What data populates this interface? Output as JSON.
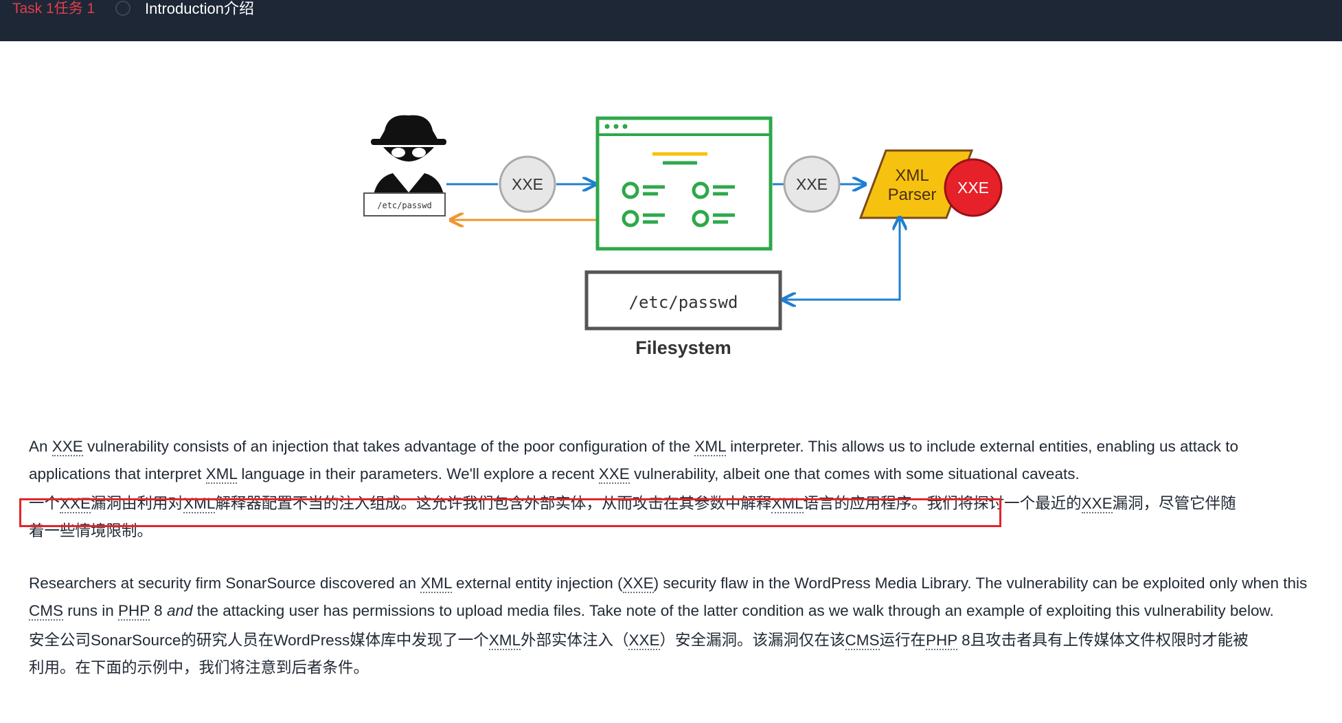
{
  "header": {
    "task_label": "Task 1任务 1",
    "task_title": "Introduction介绍"
  },
  "diagram": {
    "attacker_file": "/etc/passwd",
    "xxe_bubble_1": "XXE",
    "xxe_bubble_2": "XXE",
    "parser_line1": "XML",
    "parser_line2": "Parser",
    "parser_badge": "XXE",
    "fs_file": "/etc/passwd",
    "fs_label": "Filesystem",
    "colors": {
      "request_arrow": "#1f7fd1",
      "response_arrow": "#f0952c",
      "app_window": "#2ea84a",
      "parser_fill": "#f7c20f",
      "badge_red": "#e62129"
    }
  },
  "paragraphs": {
    "p1_en": [
      [
        "An ",
        "XXE",
        " vulnerability consists of an injection that takes advantage of the poor configuration of the ",
        "XML",
        " interpreter. This allows us to include external entities, enabling us attack to"
      ],
      [
        "applications that interpret ",
        "XML",
        " language in their parameters. We'll explore a recent ",
        "XXE",
        " vulnerability, albeit one that comes with some situational caveats."
      ]
    ],
    "p1_zh": [
      [
        "一个",
        "XXE",
        "漏洞由利用对",
        "XML",
        "解释器配置不当的注入组成。这允许我们包含外部实体，从而攻击在其参数中解释",
        "XML",
        "语言的应用程序。我们将探讨一个最近的",
        "XXE",
        "漏洞，尽管它伴随"
      ],
      [
        "着一些情境限制。"
      ]
    ],
    "p2_en": [
      [
        "Researchers at security firm SonarSource discovered an ",
        "XML",
        " external entity injection (",
        "XXE",
        ") security flaw in the WordPress Media Library. The vulnerability can be exploited only when this"
      ],
      [
        "",
        "CMS",
        " runs in ",
        "PHP",
        " 8 ",
        "and",
        " the attacking user has permissions to upload media files. Take note of the latter condition as we walk through an example of exploiting this vulnerability below."
      ]
    ],
    "p2_zh": [
      [
        "安全公司SonarSource的研究人员在WordPress媒体库中发现了一个",
        "XML",
        "外部实体注入（",
        "XXE",
        "）安全漏洞。该漏洞仅在该",
        "CMS",
        "运行在",
        "PHP",
        " 8且攻击者具有上传媒体文件权限时才能被"
      ],
      [
        "利用。在下面的示例中，我们将注意到后者条件。"
      ]
    ]
  }
}
